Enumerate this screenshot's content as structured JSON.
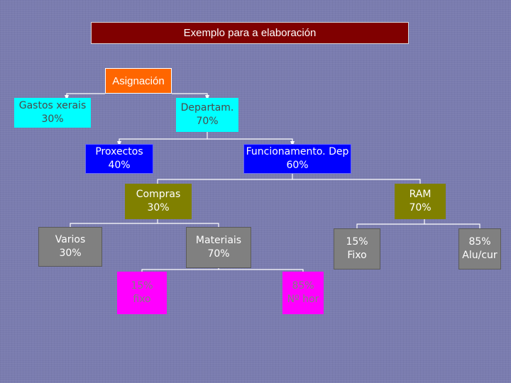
{
  "title": "Exemplo para a elaboración",
  "colors": {
    "background": "#7a7caf",
    "title_box": "#800000",
    "root": "#ff6600",
    "cyan": "#00ffff",
    "blue": "#0000ff",
    "olive": "#808000",
    "gray": "#808080",
    "magenta": "#ff00ff",
    "connector": "#ffffff"
  },
  "nodes": {
    "asignacion": {
      "label": "Asignación"
    },
    "gastos": {
      "line1": "Gastos xerais",
      "line2": "30%"
    },
    "departam": {
      "line1": "Departam.",
      "line2": "70%"
    },
    "proxectos": {
      "line1": "Proxectos",
      "line2": "40%"
    },
    "funcionamento": {
      "line1": "Funcionamento. Dep",
      "line2": "60%"
    },
    "compras": {
      "line1": "Compras",
      "line2": "30%"
    },
    "ram": {
      "line1": "RAM",
      "line2": "70%"
    },
    "varios": {
      "line1": "Varios",
      "line2": "30%"
    },
    "materiais": {
      "line1": "Materiais",
      "line2": "70%"
    },
    "fixo15": {
      "line1": "15%",
      "line2": "Fixo"
    },
    "alucur": {
      "line1": "85%",
      "line2": "Alu/cur"
    },
    "fixo_small": {
      "line1": "15%",
      "line2": "fixo"
    },
    "nhor": {
      "line1": "85%",
      "line2": "Nº hor"
    }
  },
  "edges": [
    {
      "from": "asignacion",
      "to": "gastos"
    },
    {
      "from": "asignacion",
      "to": "departam"
    },
    {
      "from": "departam",
      "to": "proxectos"
    },
    {
      "from": "departam",
      "to": "funcionamento"
    },
    {
      "from": "funcionamento",
      "to": "compras"
    },
    {
      "from": "funcionamento",
      "to": "ram"
    },
    {
      "from": "compras",
      "to": "varios"
    },
    {
      "from": "compras",
      "to": "materiais"
    },
    {
      "from": "ram",
      "to": "fixo15"
    },
    {
      "from": "ram",
      "to": "alucur"
    },
    {
      "from": "materiais",
      "to": "fixo_small"
    },
    {
      "from": "materiais",
      "to": "nhor"
    }
  ]
}
